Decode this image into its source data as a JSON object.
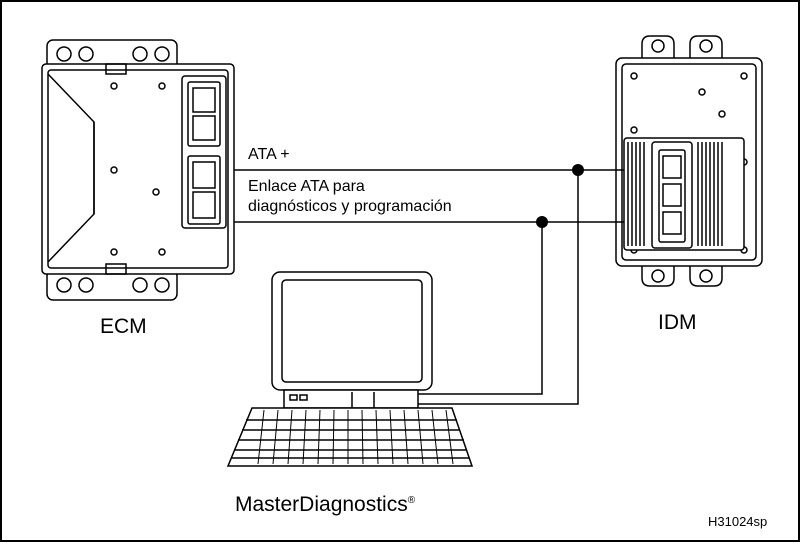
{
  "labels": {
    "ecm": "ECM",
    "idm": "IDM",
    "ata_plus": "ATA +",
    "ata_link_line1": "Enlace ATA para",
    "ata_link_line2": "diagnósticos y programación",
    "tool": "MasterDiagnostics",
    "tool_mark": "®",
    "figure_code": "H31024sp"
  },
  "colors": {
    "line": "#000000",
    "background": "#ffffff"
  }
}
